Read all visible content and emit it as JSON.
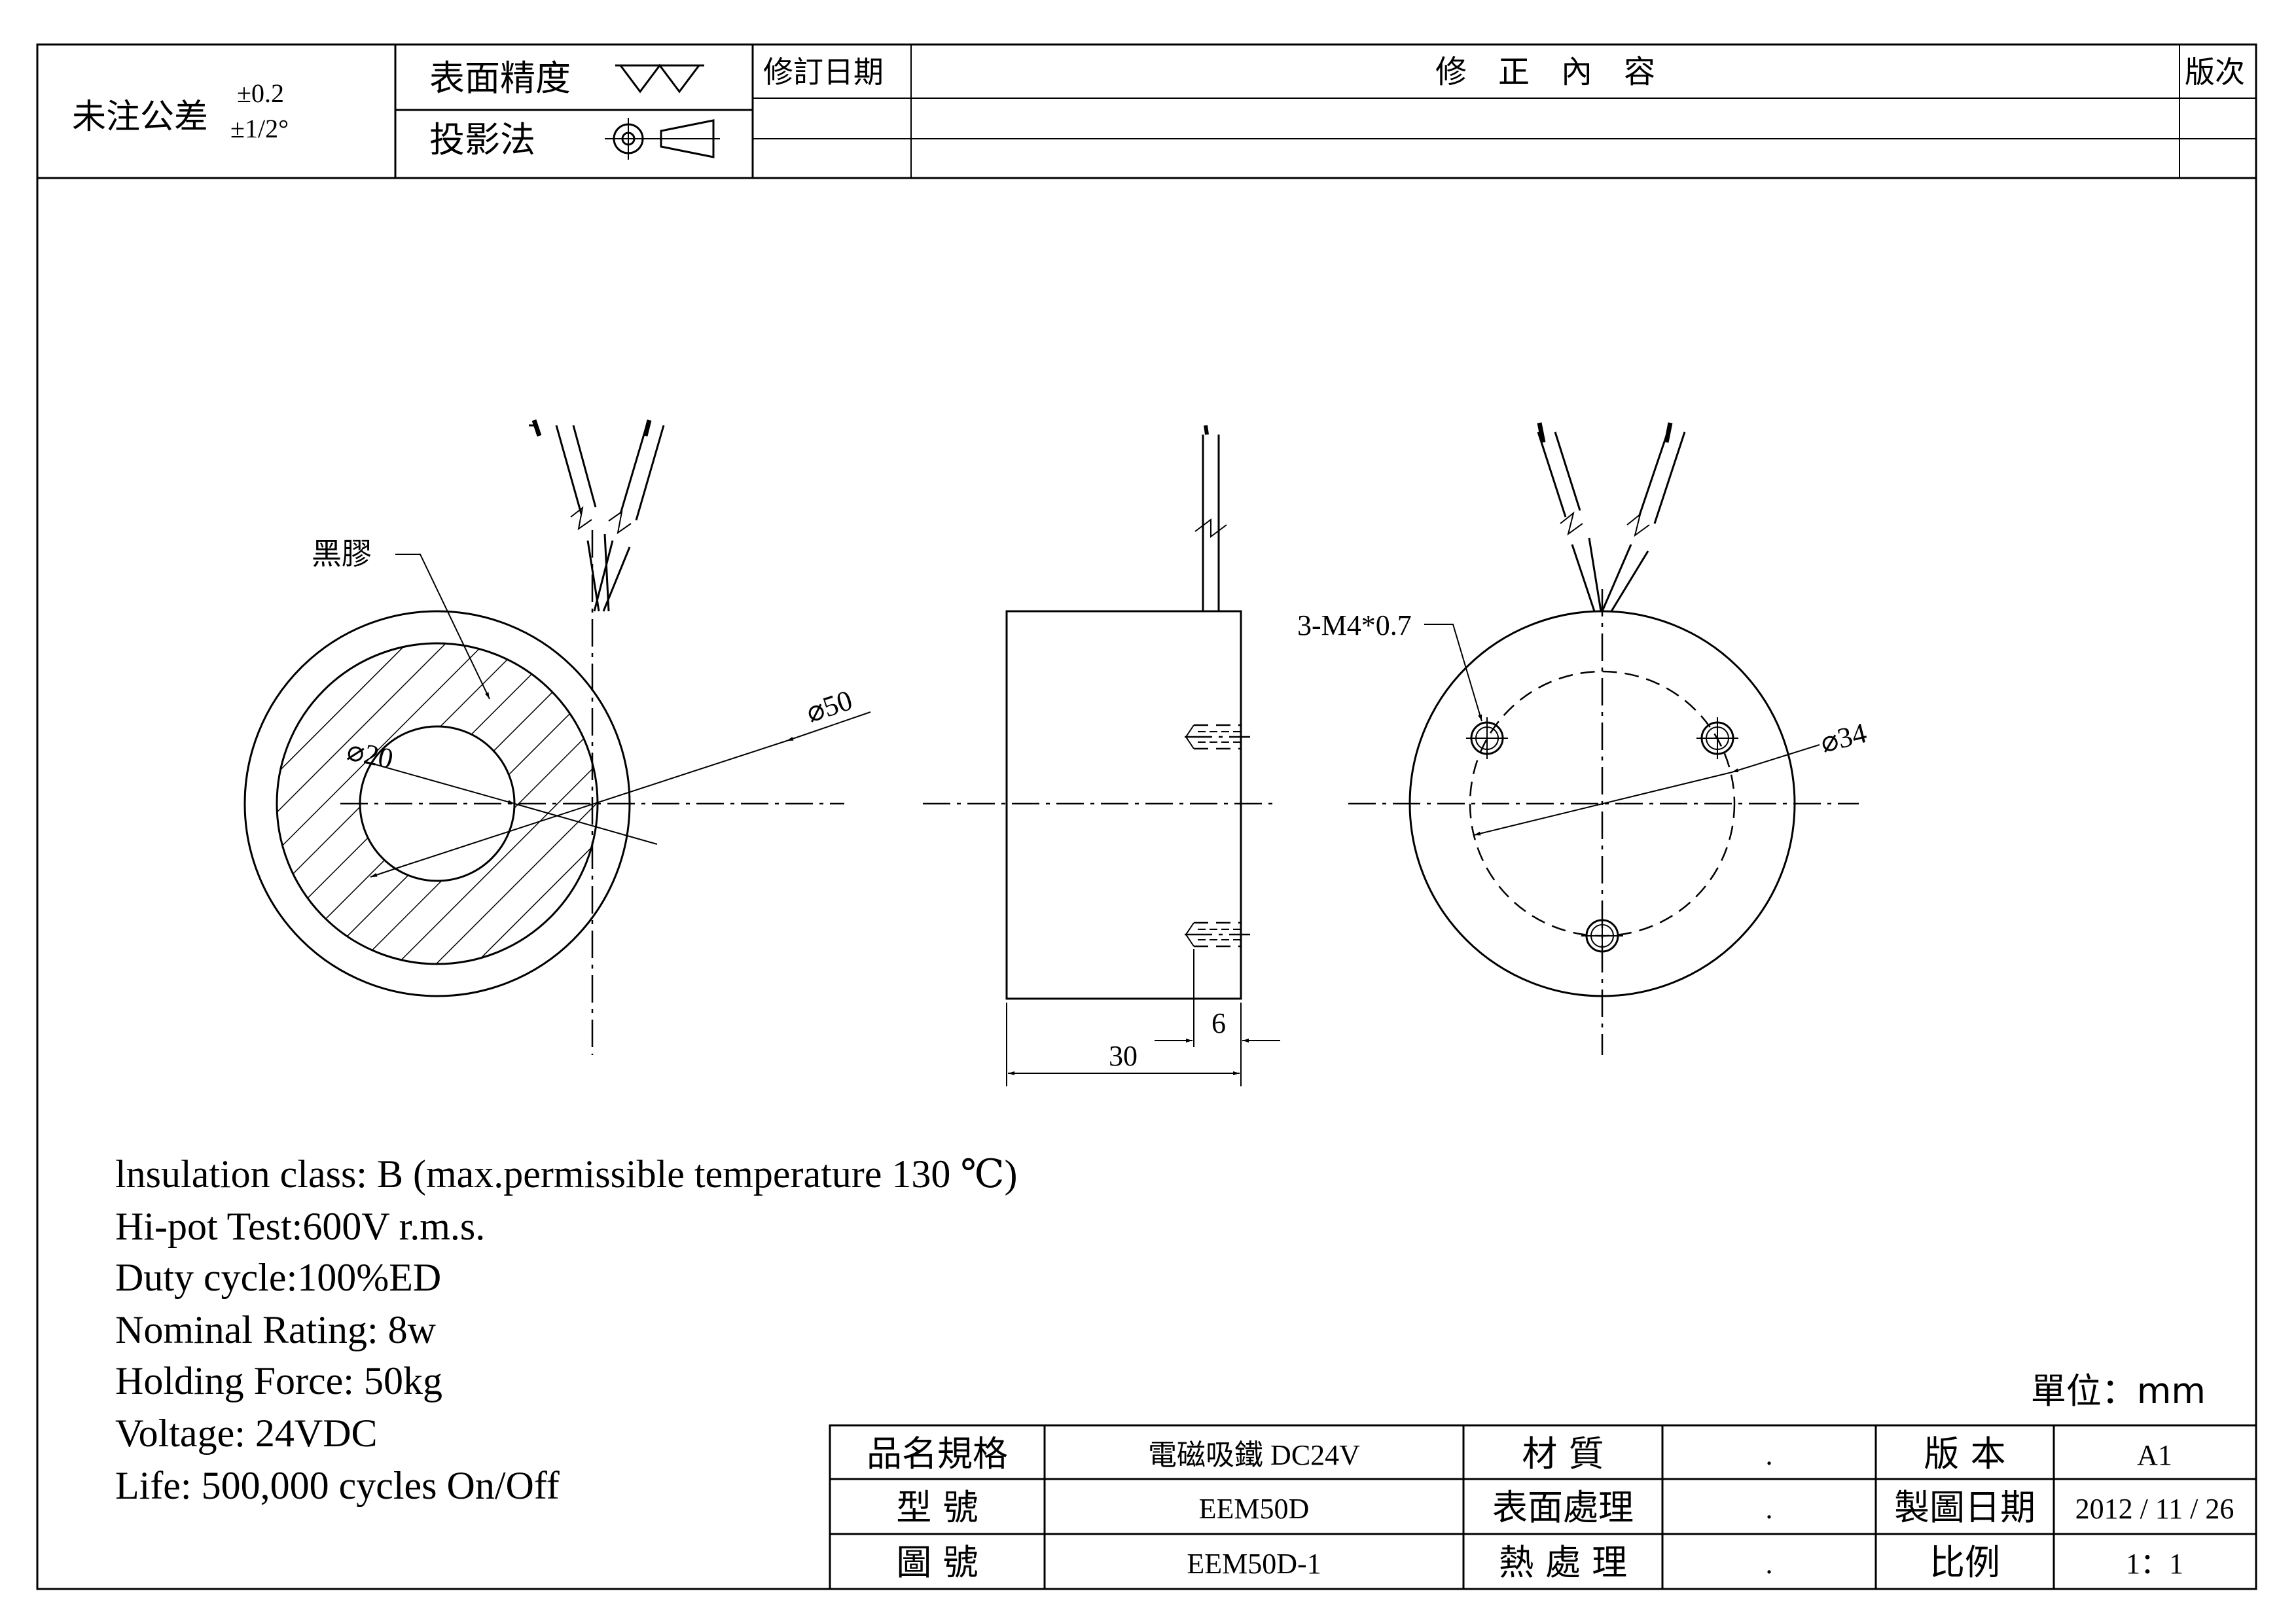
{
  "header": {
    "tolerance_label": "未注公差",
    "tolerance_linear": "±0.2",
    "tolerance_angular": "±1/2°",
    "surface_finish_label": "表面精度",
    "projection_label": "投影法",
    "revision_date_label": "修訂日期",
    "revision_content_label": "修　正　內　容",
    "revision_label": "版次"
  },
  "drawing": {
    "label_black_glue": "黑膠",
    "label_thread": "3-M4*0.7",
    "dim_phi20": "⌀20",
    "dim_phi50": "⌀50",
    "dim_phi34": "⌀34",
    "dim_30": "30",
    "dim_6": "6"
  },
  "specs": [
    "lnsulation class: B (max.permissible temperature 130 ℃)",
    "Hi-pot Test:600V r.m.s.",
    "Duty cycle:100%ED",
    "Nominal Rating: 8w",
    "Holding Force: 50kg",
    "Voltage: 24VDC",
    "Life: 500,000 cycles On/Off"
  ],
  "unit": "單位：mm",
  "title_block": {
    "rows": [
      {
        "label": "品名規格",
        "value": "電磁吸鐵 DC24V",
        "label2": "材 質",
        "value2": ".",
        "label3": "版 本",
        "value3": "A1"
      },
      {
        "label": "型 號",
        "value": "EEM50D",
        "label2": "表面處理",
        "value2": ".",
        "label3": "製圖日期",
        "value3": "2012 / 11 / 26"
      },
      {
        "label": "圖 號",
        "value": "EEM50D-1",
        "label2": "熱 處 理",
        "value2": ".",
        "label3": "比例",
        "value3": "1：1"
      }
    ]
  }
}
